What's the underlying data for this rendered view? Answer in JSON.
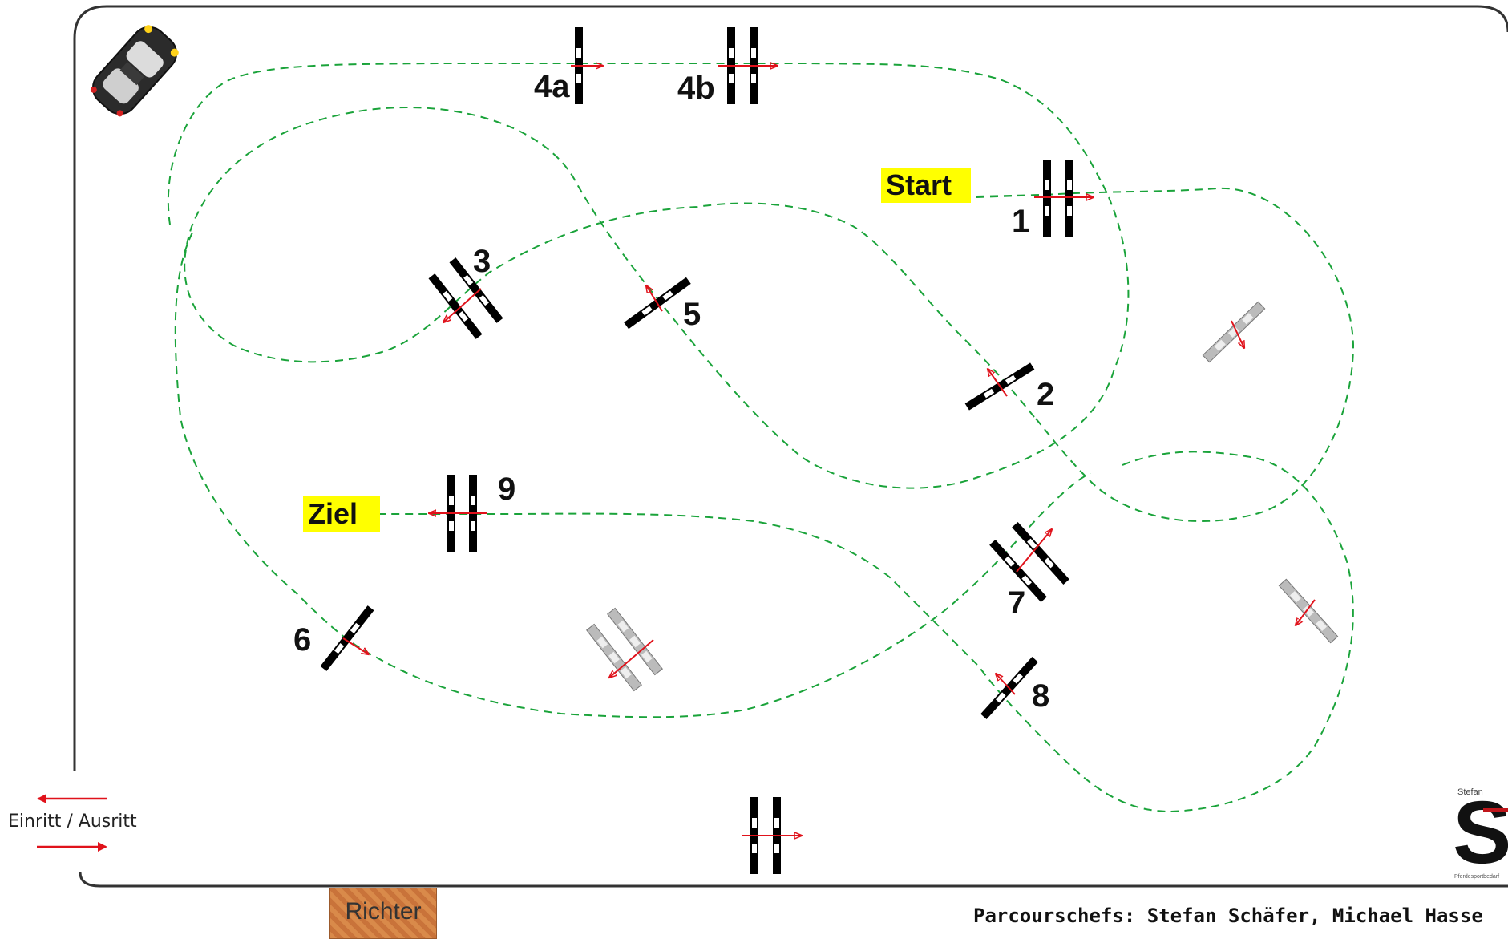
{
  "labels": {
    "start": "Start",
    "finish": "Ziel",
    "j1": "1",
    "j2": "2",
    "j3": "3",
    "j4a": "4a",
    "j4b": "4b",
    "j5": "5",
    "j6": "6",
    "j7": "7",
    "j8": "8",
    "j9": "9"
  },
  "gate_label": "Einritt / Ausritt",
  "judge_label": "Richter",
  "credits": "Parcourschefs: Stefan Schäfer, Michael Hasse",
  "logo": {
    "small_text": "Stefan",
    "letter": "S",
    "sub_text": "Pferdesportbedarf"
  },
  "colors": {
    "path": "#1aa33a",
    "arrow": "#e0121b",
    "border": "#333333",
    "highlight": "#ffff00"
  }
}
